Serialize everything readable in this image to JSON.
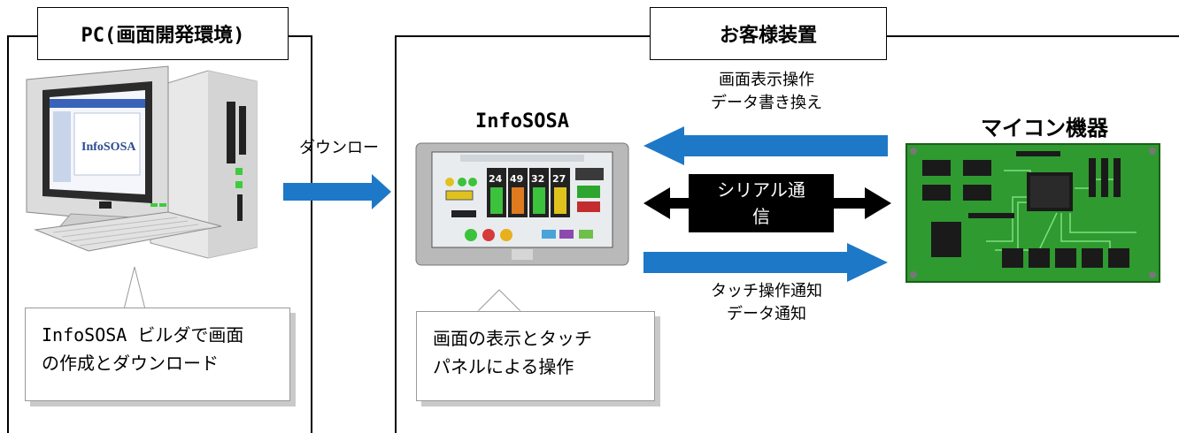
{
  "pc_section": {
    "title": "PC(画面開発環境)"
  },
  "customer_section": {
    "title": "お客様装置"
  },
  "download_label": "ダウンロー",
  "infososa_label": "InfoSOSA",
  "micon_label": "マイコン機器",
  "top_arrow_label": [
    "画面表示操作",
    "データ書き換え"
  ],
  "bottom_arrow_label": [
    "タッチ操作通知",
    "データ通知"
  ],
  "serial_label": [
    "シリアル通",
    "信"
  ],
  "callout_pc": [
    "InfoSOSA ビルダで画面",
    "の作成とダウンロード"
  ],
  "callout_panel": [
    "画面の表示とタッチ",
    "パネルによる操作"
  ],
  "screen_logo": "InfoSOSA",
  "panel_numbers": [
    "24",
    "49",
    "32",
    "27"
  ],
  "colors": {
    "arrow": "#1e78c8",
    "pcb": "#2f9a2f",
    "chip": "#1a1a1a",
    "trace": "#7fe07f"
  }
}
